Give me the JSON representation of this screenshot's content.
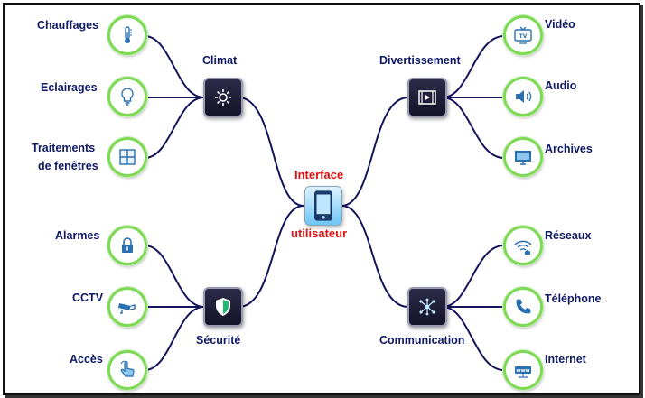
{
  "center": {
    "line1": "Interface",
    "line2": "utilisateur"
  },
  "groups": {
    "climat": {
      "label": "Climat",
      "items": [
        "Chauffages",
        "Eclairages",
        "Traitements",
        "de fenêtres"
      ]
    },
    "divertissement": {
      "label": "Divertissement",
      "items": [
        "Vidéo",
        "Audio",
        "Archives"
      ]
    },
    "securite": {
      "label": "Sécurité",
      "items": [
        "Alarmes",
        "CCTV",
        "Accès"
      ]
    },
    "communication": {
      "label": "Communication",
      "items": [
        "Réseaux",
        "Téléphone",
        "Internet"
      ]
    }
  },
  "colors": {
    "line": "#15145a",
    "leaf_ring": "#7ed957",
    "label": "#0f1a66",
    "center_label": "#e01010"
  },
  "icons": {
    "chauffages": "thermometer-icon",
    "eclairages": "lightbulb-icon",
    "fenetres": "window-icon",
    "video": "tv-icon",
    "audio": "speaker-icon",
    "archives": "folder-icon",
    "alarmes": "lock-icon",
    "cctv": "camera-icon",
    "acces": "hand-pointer-icon",
    "reseaux": "wifi-home-icon",
    "telephone": "phone-icon",
    "internet": "www-icon",
    "climat": "gear-icon",
    "divertissement": "film-icon",
    "securite": "shield-icon",
    "communication": "network-icon",
    "center": "smartphone-icon"
  }
}
